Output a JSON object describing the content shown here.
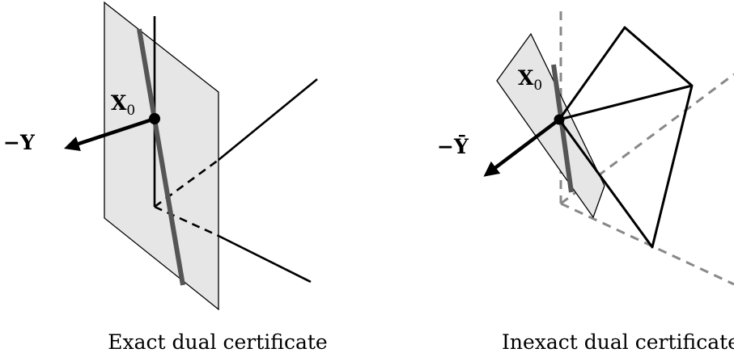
{
  "left_panel": {
    "point_label": "X",
    "point_subscript": "0",
    "arrow_label": "−Y",
    "caption": "Exact dual certificate"
  },
  "right_panel": {
    "point_label": "X",
    "point_subscript": "0",
    "arrow_label_sign": "−",
    "arrow_label_letter": "Ȳ",
    "caption": "Inexact dual certificate"
  },
  "colors": {
    "plane_fill": "#e6e6e6",
    "thick_line": "#555555",
    "dashed_line": "#888888",
    "ink": "#000000"
  }
}
